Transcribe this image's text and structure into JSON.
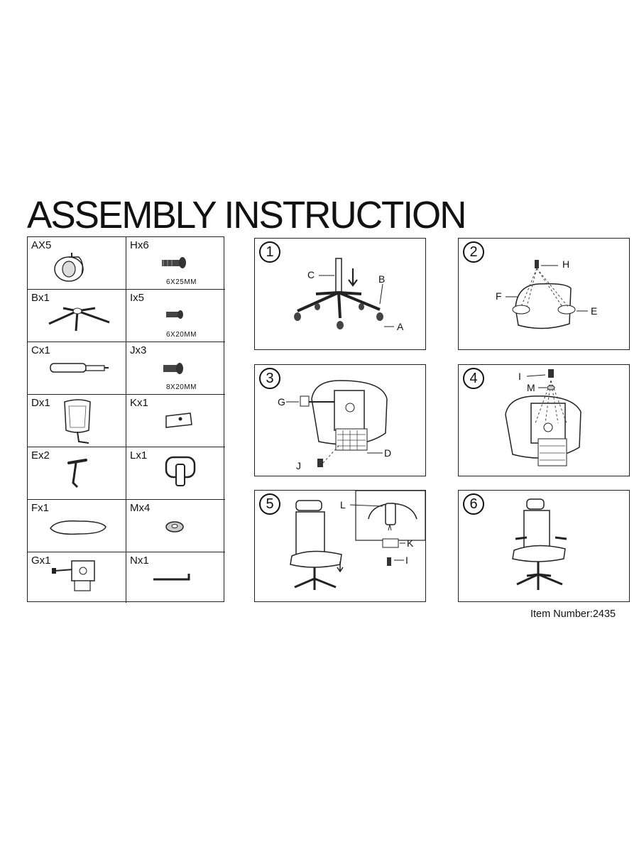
{
  "title": "ASSEMBLY INSTRUCTION",
  "parts": [
    {
      "label": "AX5",
      "spec": "",
      "icon": "caster-wheel-icon"
    },
    {
      "label": "Hx6",
      "spec": "6X25MM",
      "icon": "bolt-icon"
    },
    {
      "label": "Bx1",
      "spec": "",
      "icon": "star-base-icon"
    },
    {
      "label": "Ix5",
      "spec": "6X20MM",
      "icon": "bolt-icon"
    },
    {
      "label": "Cx1",
      "spec": "",
      "icon": "gas-cylinder-icon"
    },
    {
      "label": "Jx3",
      "spec": "8X20MM",
      "icon": "bolt-icon"
    },
    {
      "label": "Dx1",
      "spec": "",
      "icon": "backrest-icon"
    },
    {
      "label": "Kx1",
      "spec": "",
      "icon": "bracket-icon"
    },
    {
      "label": "Ex2",
      "spec": "",
      "icon": "armrest-icon"
    },
    {
      "label": "Lx1",
      "spec": "",
      "icon": "headrest-icon"
    },
    {
      "label": "Fx1",
      "spec": "",
      "icon": "seat-cushion-icon"
    },
    {
      "label": "Mx4",
      "spec": "",
      "icon": "washer-icon"
    },
    {
      "label": "Gx1",
      "spec": "",
      "icon": "mechanism-icon"
    },
    {
      "label": "Nx1",
      "spec": "",
      "icon": "allen-key-icon"
    }
  ],
  "steps": [
    {
      "number": "1",
      "callouts": [
        "C",
        "B",
        "A"
      ]
    },
    {
      "number": "2",
      "callouts": [
        "H",
        "F",
        "E"
      ]
    },
    {
      "number": "3",
      "callouts": [
        "G",
        "D",
        "J"
      ]
    },
    {
      "number": "4",
      "callouts": [
        "I",
        "M"
      ]
    },
    {
      "number": "5",
      "callouts": [
        "L",
        "K",
        "I"
      ]
    },
    {
      "number": "6",
      "callouts": []
    }
  ],
  "item_number": "Item Number:2435"
}
